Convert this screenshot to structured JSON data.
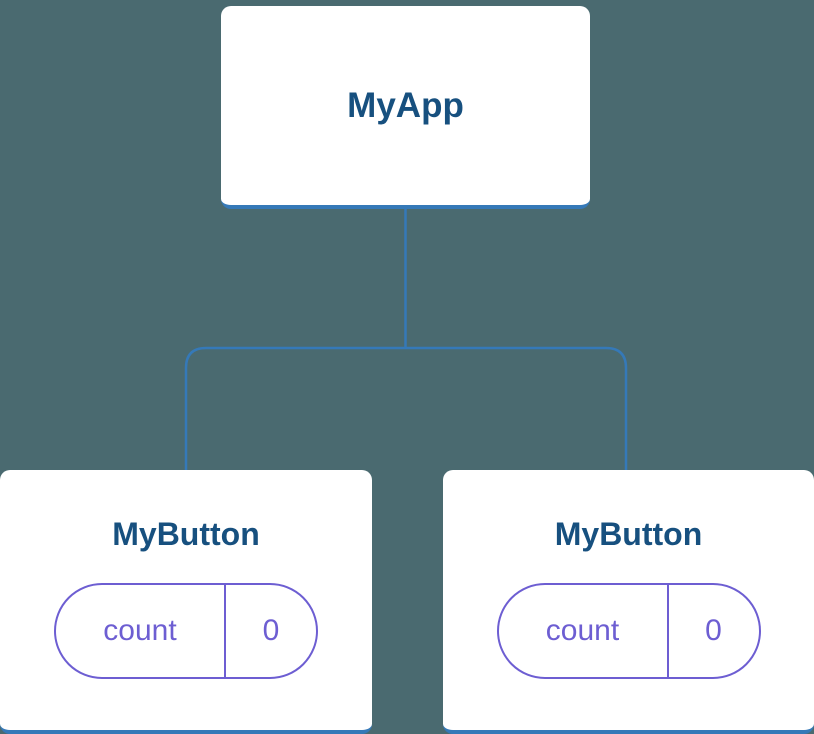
{
  "colors": {
    "background": "#4a6a70",
    "card": "#ffffff",
    "title": "#17507f",
    "connector": "#3579b8",
    "state": "#6d5ed2"
  },
  "tree": {
    "root": {
      "label": "MyApp"
    },
    "children": [
      {
        "label": "MyButton",
        "state": {
          "key": "count",
          "value": "0"
        }
      },
      {
        "label": "MyButton",
        "state": {
          "key": "count",
          "value": "0"
        }
      }
    ]
  }
}
